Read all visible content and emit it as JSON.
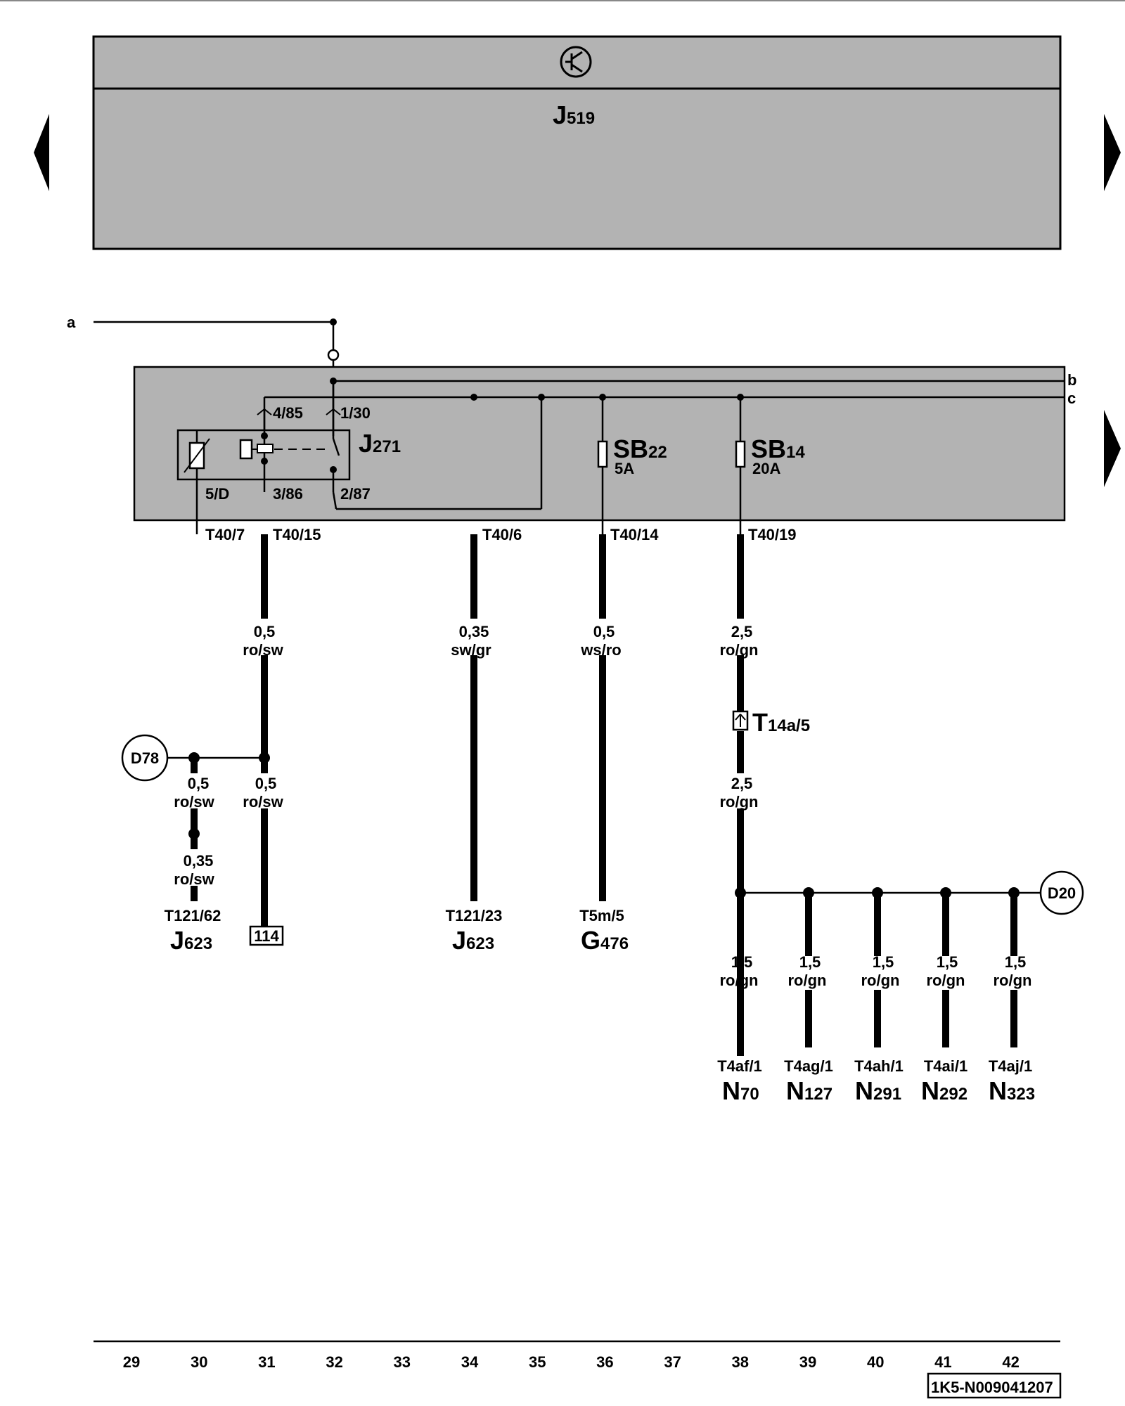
{
  "module": {
    "name": "J",
    "sub": "519",
    "symbol": "transistor-symbol"
  },
  "lines": {
    "a": "a",
    "b": "b",
    "c": "c"
  },
  "relay": {
    "name": "J",
    "sub": "271",
    "pins": {
      "p485": "4/85",
      "p130": "1/30",
      "p5d": "5/D",
      "p386": "3/86",
      "p287": "2/87"
    }
  },
  "fuses": {
    "sb22": {
      "name": "SB",
      "sub": "22",
      "rating": "5A"
    },
    "sb14": {
      "name": "SB",
      "sub": "14",
      "rating": "20A"
    }
  },
  "connectors": {
    "t40_7": "T40/7",
    "t40_15": "T40/15",
    "t40_6": "T40/6",
    "t40_14": "T40/14",
    "t40_19": "T40/19",
    "t14a5": {
      "name": "T",
      "sub": "14a/5"
    }
  },
  "wires": {
    "w31": {
      "size": "0,5",
      "color": "ro/sw"
    },
    "w34": {
      "size": "0,35",
      "color": "sw/gr"
    },
    "w36": {
      "size": "0,5",
      "color": "ws/ro"
    },
    "w38a": {
      "size": "2,5",
      "color": "ro/gn"
    },
    "w38b": {
      "size": "2,5",
      "color": "ro/gn"
    },
    "w30": {
      "size": "0,5",
      "color": "ro/sw"
    },
    "w31b": {
      "size": "0,5",
      "color": "ro/sw"
    },
    "w30b": {
      "size": "0,35",
      "color": "ro/sw"
    },
    "n38": {
      "size": "1,5",
      "color": "ro/gn"
    },
    "n39": {
      "size": "1,5",
      "color": "ro/gn"
    },
    "n40": {
      "size": "1,5",
      "color": "ro/gn"
    },
    "n41": {
      "size": "1,5",
      "color": "ro/gn"
    },
    "n42": {
      "size": "1,5",
      "color": "ro/gn"
    }
  },
  "grounds": {
    "d78": "D78",
    "d20": "D20"
  },
  "reference": "114",
  "components": {
    "j623a": {
      "pin": "T121/62",
      "name": "J",
      "sub": "623"
    },
    "j623b": {
      "pin": "T121/23",
      "name": "J",
      "sub": "623"
    },
    "g476": {
      "pin": "T5m/5",
      "name": "G",
      "sub": "476"
    },
    "n70": {
      "pin": "T4af/1",
      "name": "N",
      "sub": "70"
    },
    "n127": {
      "pin": "T4ag/1",
      "name": "N",
      "sub": "127"
    },
    "n291": {
      "pin": "T4ah/1",
      "name": "N",
      "sub": "291"
    },
    "n292": {
      "pin": "T4ai/1",
      "name": "N",
      "sub": "292"
    },
    "n323": {
      "pin": "T4aj/1",
      "name": "N",
      "sub": "323"
    }
  },
  "scale": [
    "29",
    "30",
    "31",
    "32",
    "33",
    "34",
    "35",
    "36",
    "37",
    "38",
    "39",
    "40",
    "41",
    "42"
  ],
  "doc_id": "1K5-N009041207",
  "colors": {
    "panel": "#b3b3b3",
    "line": "#000000"
  }
}
